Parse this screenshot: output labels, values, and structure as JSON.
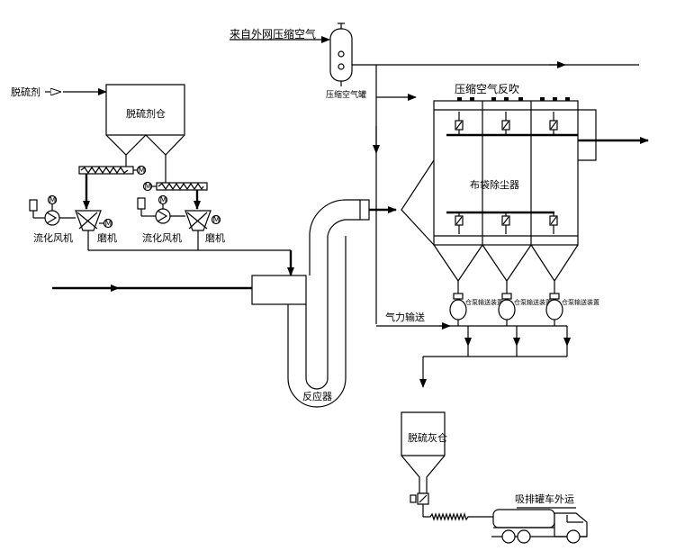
{
  "labels": {
    "compressed_air_source": "来自外网压缩空气",
    "air_tank": "压缩空气罐",
    "pulse_blowback": "压缩空气反吹",
    "desulfurizer": "脱硫剂",
    "desulfurizer_silo": "脱硫剂仓",
    "fluidizing_fan_left": "流化风机",
    "feeder_left": "磨机",
    "fluidizing_fan_right": "流化风机",
    "feeder_right": "磨机",
    "bag_filter": "布袋除尘器",
    "pneumatic_pump_1": "仓泵输送装置",
    "pneumatic_pump_2": "仓泵输送装置",
    "pneumatic_pump_3": "仓泵输送装置",
    "pneumatic_conveying": "气力输送",
    "reactor": "反应器",
    "ash_silo": "脱硫灰仓",
    "tanker_transport": "吸排罐车外运"
  },
  "motor_symbol": "M"
}
